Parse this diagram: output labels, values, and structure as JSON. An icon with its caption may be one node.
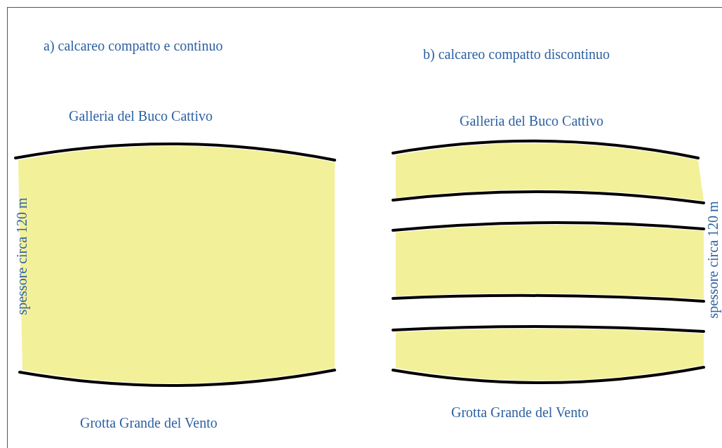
{
  "diagram": {
    "labels": [
      "a) calcareo compatto e continuo",
      "b) calcareo compatto discontinuo",
      "Galleria del Buco Cattivo",
      "Galleria del Buco Cattivo",
      "spessore circa 120 m",
      "spessore circa 120 m",
      "Grotta Grande del Vento",
      "Grotta Grande del Vento"
    ]
  }
}
